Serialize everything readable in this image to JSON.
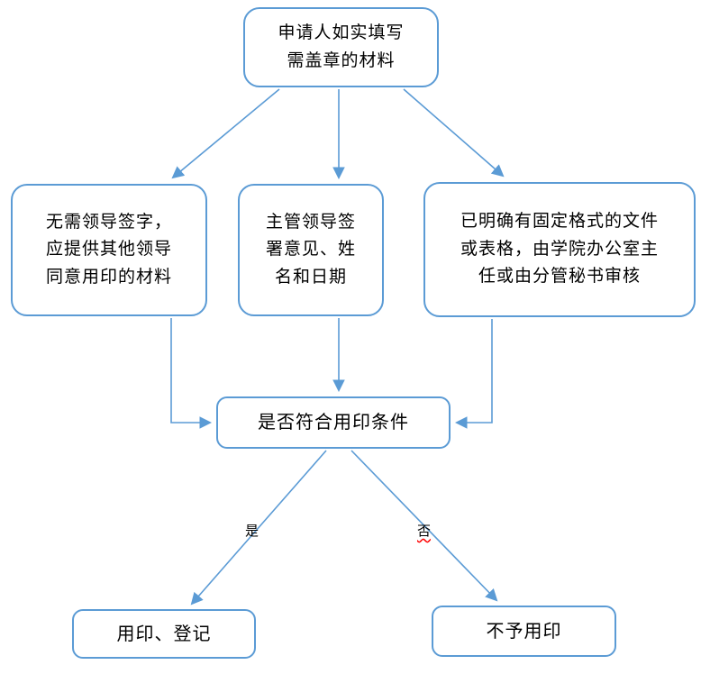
{
  "colors": {
    "shape_border": "#5B9BD5",
    "connector": "#5B9BD5",
    "text": "#000000",
    "misspell_underline": "#FF0000"
  },
  "flowchart": {
    "start": "申请人如实填写\n需盖章的材料",
    "branch_left": "无需领导签字，\n应提供其他领导\n同意用印的材料",
    "branch_middle": "主管领导签\n署意见、姓\n名和日期",
    "branch_right": "已明确有固定格式的文件\n或表格，由学院办公室主\n任或由分管秘书审核",
    "decision": "是否符合用印条件",
    "label_yes": "是",
    "label_no": "否",
    "outcome_yes": "用印、登记",
    "outcome_no": "不予用印"
  }
}
